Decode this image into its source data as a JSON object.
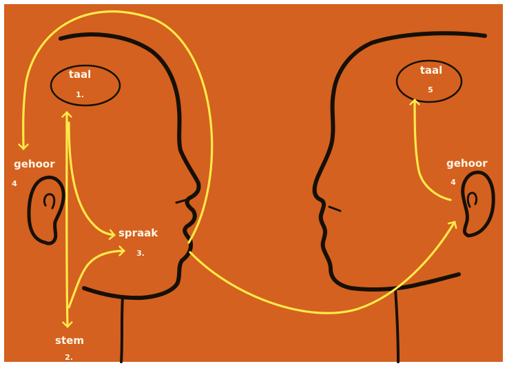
{
  "colors": {
    "background": "#d4611f",
    "outline": "#161006",
    "arrow": "#ffe94a",
    "label_text": "#fff6e8"
  },
  "left_head": {
    "taal": {
      "label": "taal",
      "number": "1."
    },
    "stem": {
      "label": "stem",
      "number": "2."
    },
    "spraak": {
      "label": "spraak",
      "number": "3."
    },
    "gehoor": {
      "label": "gehoor",
      "number": "4"
    }
  },
  "right_head": {
    "taal": {
      "label": "taal",
      "number": "5"
    },
    "gehoor": {
      "label": "gehoor",
      "number": "4"
    }
  },
  "icons": [
    "left-head-profile",
    "right-head-profile",
    "left-ear-icon",
    "right-ear-icon",
    "brain-language-oval"
  ]
}
